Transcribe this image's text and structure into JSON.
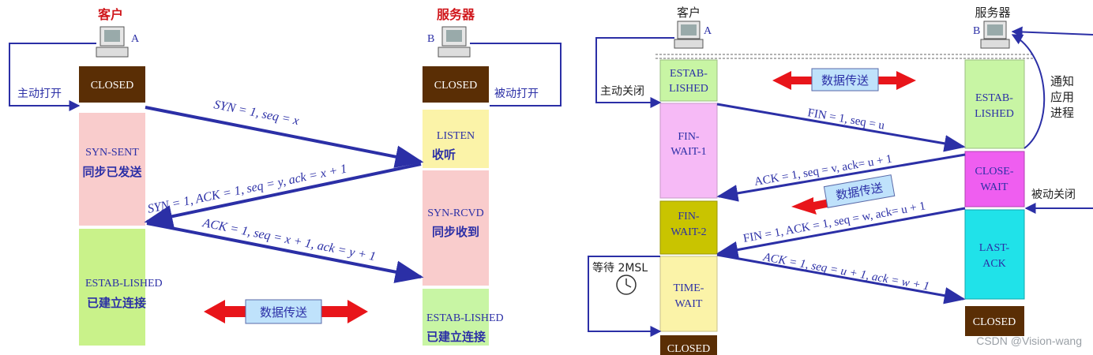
{
  "left": {
    "client_title": "客户",
    "server_title": "服务器",
    "client_host": "A",
    "server_host": "B",
    "client_closed": "CLOSED",
    "server_closed": "CLOSED",
    "active_open": "主动打开",
    "passive_open": "被动打开",
    "listen_en": "LISTEN",
    "listen_cn": "收听",
    "syn_sent_en": "SYN-SENT",
    "syn_sent_cn": "同步已发送",
    "syn_rcvd_en": "SYN-RCVD",
    "syn_rcvd_cn": "同步收到",
    "client_estab_en": "ESTAB-LISHED",
    "client_estab_cn": "已建立连接",
    "server_estab_en": "ESTAB-LISHED",
    "server_estab_cn": "已建立连接",
    "msg1": "SYN = 1, seq = x",
    "msg2": "SYN = 1, ACK = 1, seq = y, ack = x + 1",
    "msg3": "ACK = 1, seq = x + 1, ack = y + 1",
    "data_transfer": "数据传送"
  },
  "right": {
    "client_title": "客户",
    "server_title": "服务器",
    "client_host": "A",
    "server_host": "B",
    "active_close": "主动关闭",
    "passive_close": "被动关闭",
    "notify_app_1": "通知",
    "notify_app_2": "应用",
    "notify_app_3": "进程",
    "wait_2msl": "等待 2MSL",
    "client_estab_1": "ESTAB-",
    "client_estab_2": "LISHED",
    "fin_wait1_1": "FIN-",
    "fin_wait1_2": "WAIT-1",
    "fin_wait2_1": "FIN-",
    "fin_wait2_2": "WAIT-2",
    "time_wait_1": "TIME-",
    "time_wait_2": "WAIT",
    "client_closed": "CLOSED",
    "server_estab_1": "ESTAB-",
    "server_estab_2": "LISHED",
    "close_wait_1": "CLOSE-",
    "close_wait_2": "WAIT",
    "last_ack_1": "LAST-",
    "last_ack_2": "ACK",
    "server_closed": "CLOSED",
    "msg1": "FIN = 1, seq = u",
    "msg2": "ACK = 1, seq = v, ack= u + 1",
    "msg3": "FIN = 1, ACK = 1, seq = w, ack= u + 1",
    "msg4": "ACK = 1, seq = u + 1, ack = w + 1",
    "data_transfer_1": "数据传送",
    "data_transfer_2": "数据传送"
  },
  "watermark": "CSDN @Vision-wang",
  "colors": {
    "arrow_blue": "#2b2fa6",
    "red_arrow": "#e8151a",
    "closed_box": "#5a2e05",
    "pink_box": "#f9cccc",
    "green_box": "#c9f28a",
    "yellow_box": "#fbf3a8",
    "light_green": "#c8f5a4",
    "violet": "#f6baf6",
    "olive": "#c9c400",
    "cyan": "#20e2e9",
    "magenta": "#ef5ef0",
    "title_red": "#d0161b"
  }
}
